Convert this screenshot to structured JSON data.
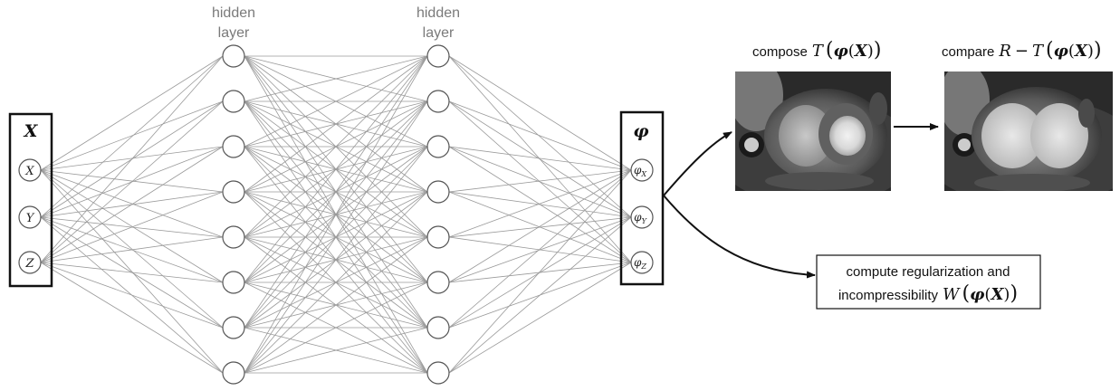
{
  "layers": {
    "hidden1_label_line1": "hidden",
    "hidden1_label_line2": "layer",
    "hidden2_label_line1": "hidden",
    "hidden2_label_line2": "layer"
  },
  "input_box": {
    "title": "X",
    "nodes": [
      "X",
      "Y",
      "Z"
    ]
  },
  "output_box": {
    "title": "φ",
    "nodes": [
      {
        "base": "φ",
        "sub": "X"
      },
      {
        "base": "φ",
        "sub": "Y"
      },
      {
        "base": "φ",
        "sub": "Z"
      }
    ]
  },
  "hidden_node_count": 8,
  "compose": {
    "prefix": "compose",
    "fn": "T",
    "phi": "φ",
    "arg": "X"
  },
  "compare": {
    "prefix": "compare",
    "ref": "R",
    "minus": "−",
    "fn": "T",
    "phi": "φ",
    "arg": "X"
  },
  "regularization": {
    "line1": "compute regularization and",
    "line2_prefix": "incompressibility",
    "fn": "W",
    "phi": "φ",
    "arg": "X"
  },
  "images": {
    "compose_image": "cardiac MRI short-axis slice",
    "compare_image": "cardiac MRI short-axis slice"
  }
}
